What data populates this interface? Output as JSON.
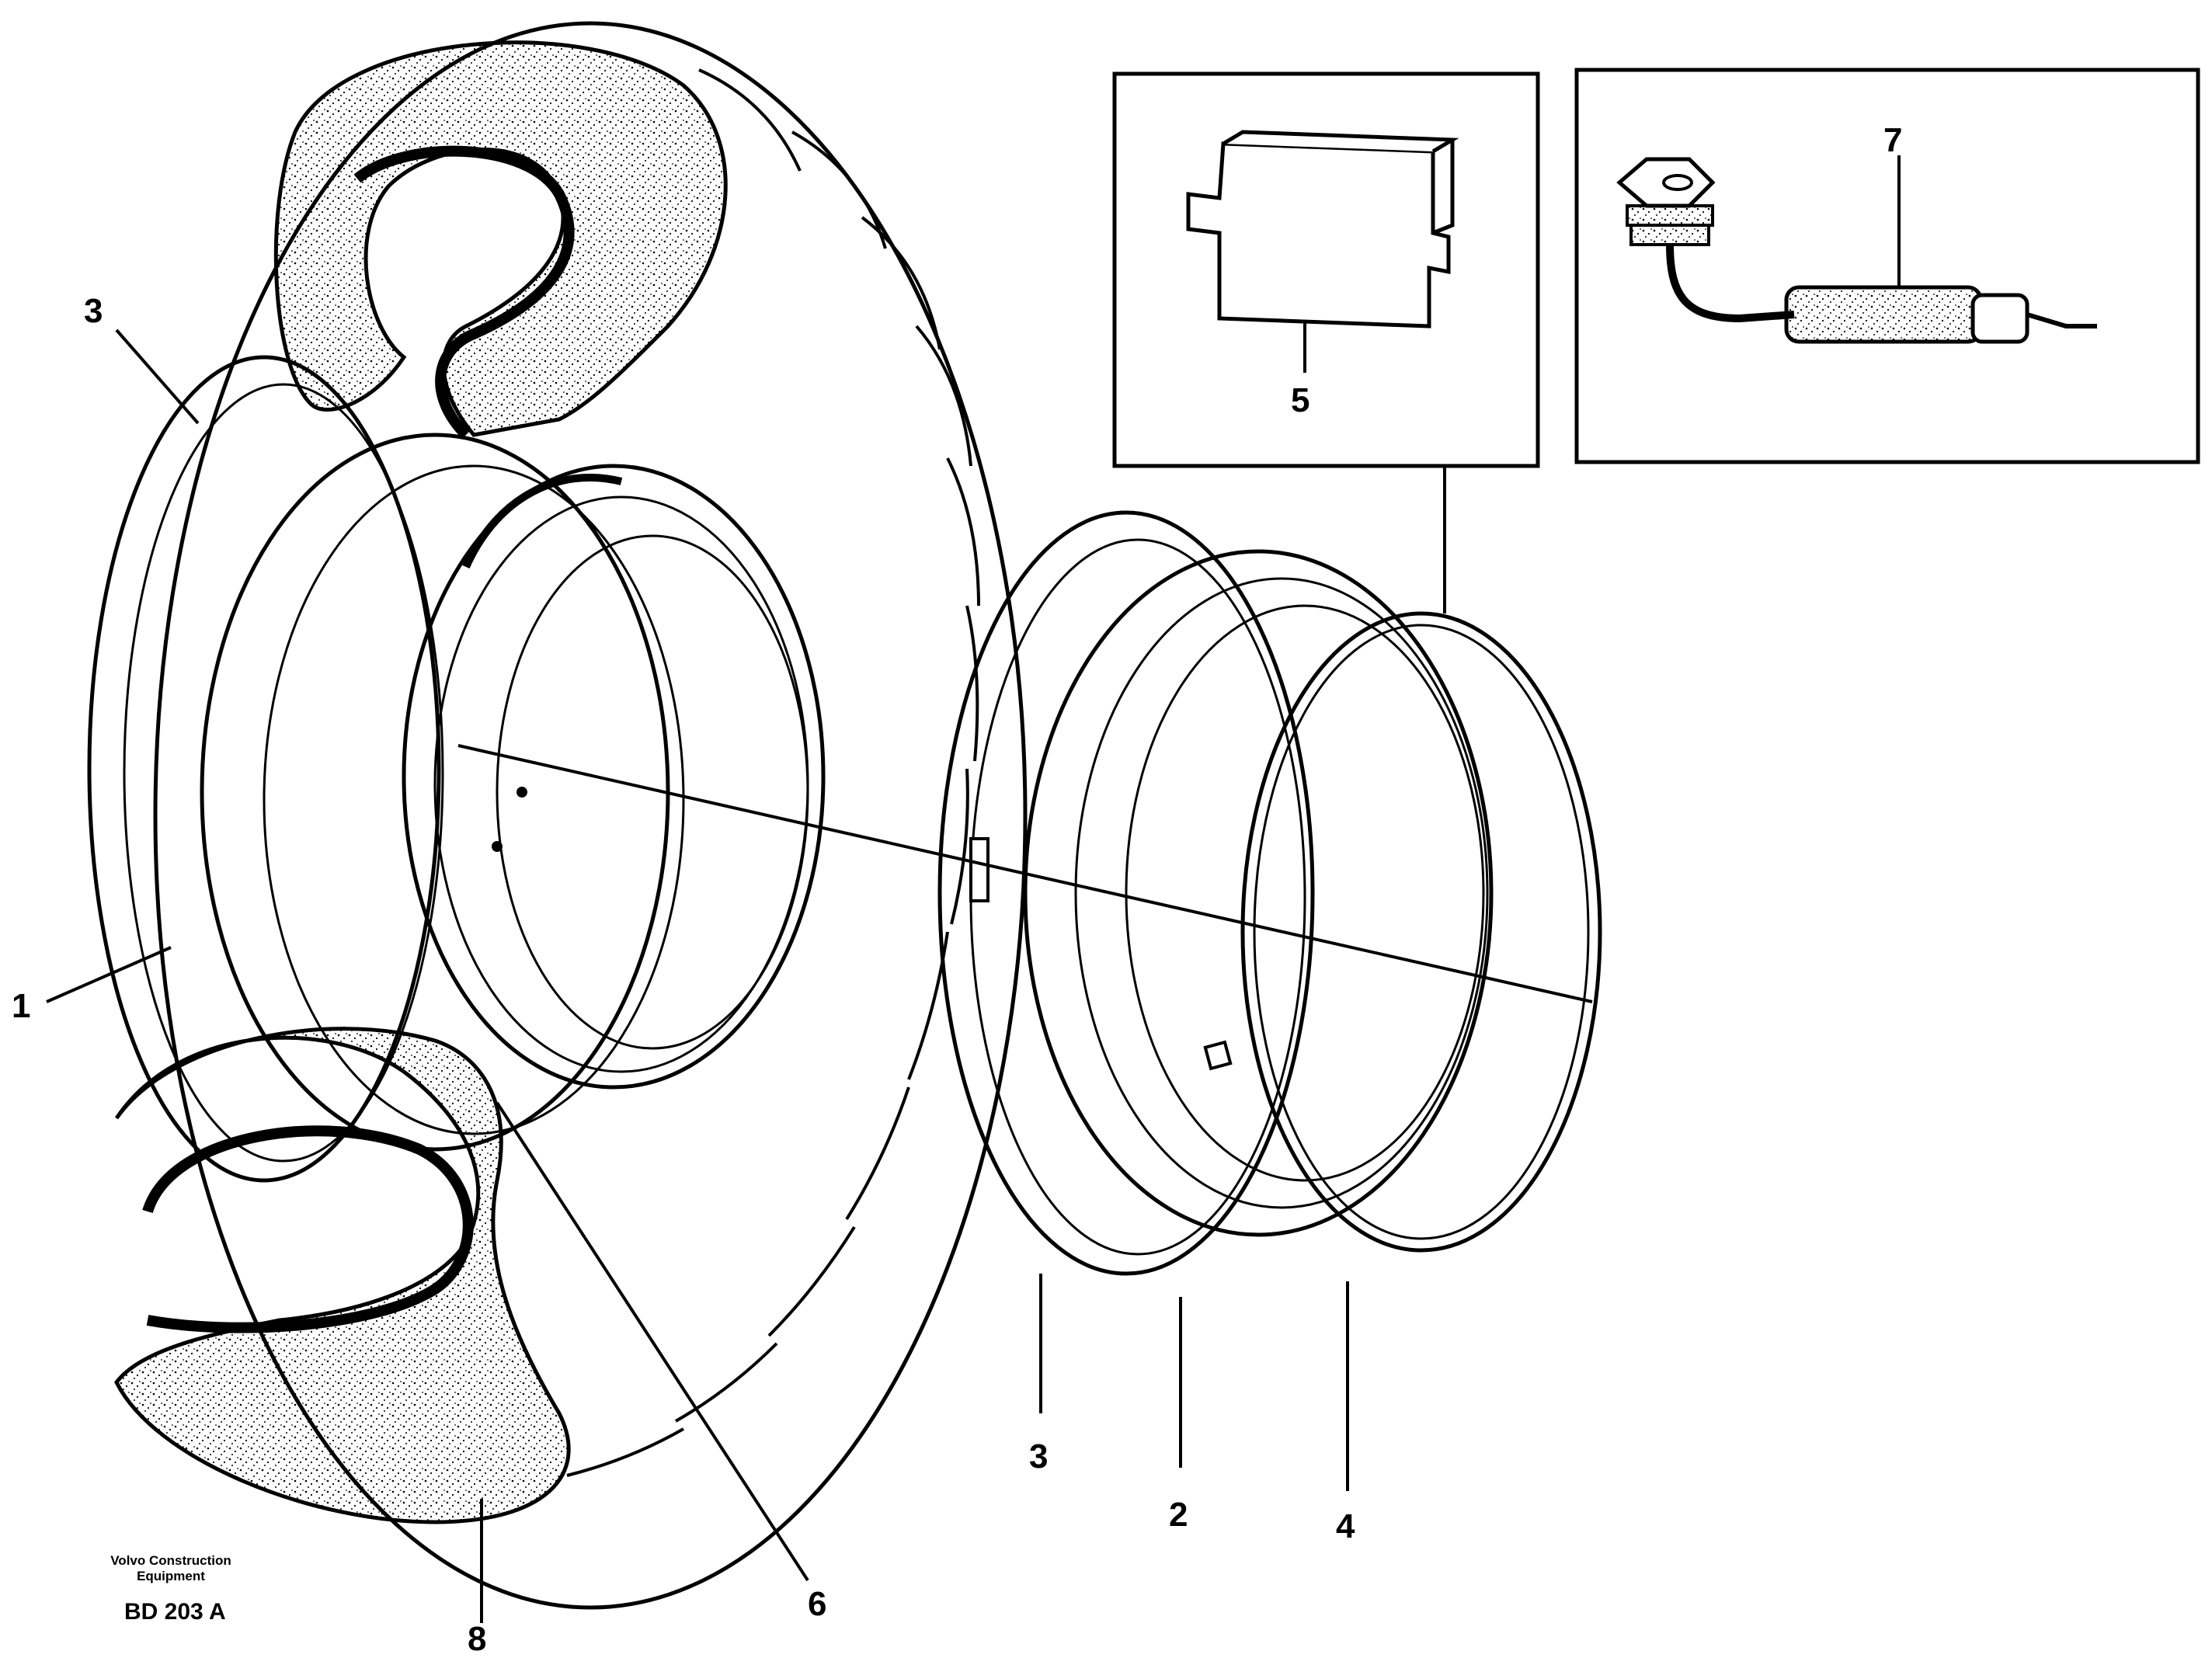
{
  "diagram": {
    "callouts": {
      "n1": "1",
      "n2": "2",
      "n3_top": "3",
      "n3_bottom": "3",
      "n4": "4",
      "n5": "5",
      "n6": "6",
      "n7": "7",
      "n8": "8"
    },
    "footer": {
      "company_line1": "Volvo Construction",
      "company_line2": "Equipment",
      "figure_code": "BD 203 A"
    }
  }
}
